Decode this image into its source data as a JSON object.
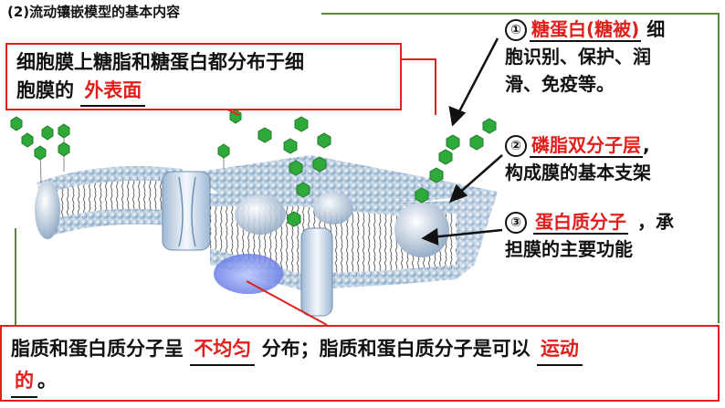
{
  "title": "(2)流动镶嵌模型的基本内容",
  "top_box": {
    "line1": "细胞膜上糖脂和糖蛋白都分布于细",
    "line2_prefix": "胞膜的",
    "answer": "外表面"
  },
  "labels": [
    {
      "num": "①",
      "answer": "糖蛋白(糖被)",
      "rest_line1": "细",
      "line2": "胞识别、保护、润",
      "line3": "滑、免疫等。"
    },
    {
      "num": "②",
      "answer": "磷脂双分子层",
      "rest_line1": ",",
      "line2": "构成膜的基本支架"
    },
    {
      "num": "③",
      "answer": "蛋白质分子",
      "rest_line1": "，承",
      "line2": "担膜的主要功能"
    }
  ],
  "bottom_box": {
    "part1": "脂质和蛋白质分子呈",
    "answer1": "不均匀",
    "part2": "分布；脂质和蛋白质分子是可以",
    "answer2": "运动",
    "line2_answer": "的",
    "line2_end": "。"
  },
  "colors": {
    "answer": "#e0201c",
    "frame": "#5a8a3a",
    "box_border": "#e0201c",
    "glyco": "#2faa3a"
  }
}
